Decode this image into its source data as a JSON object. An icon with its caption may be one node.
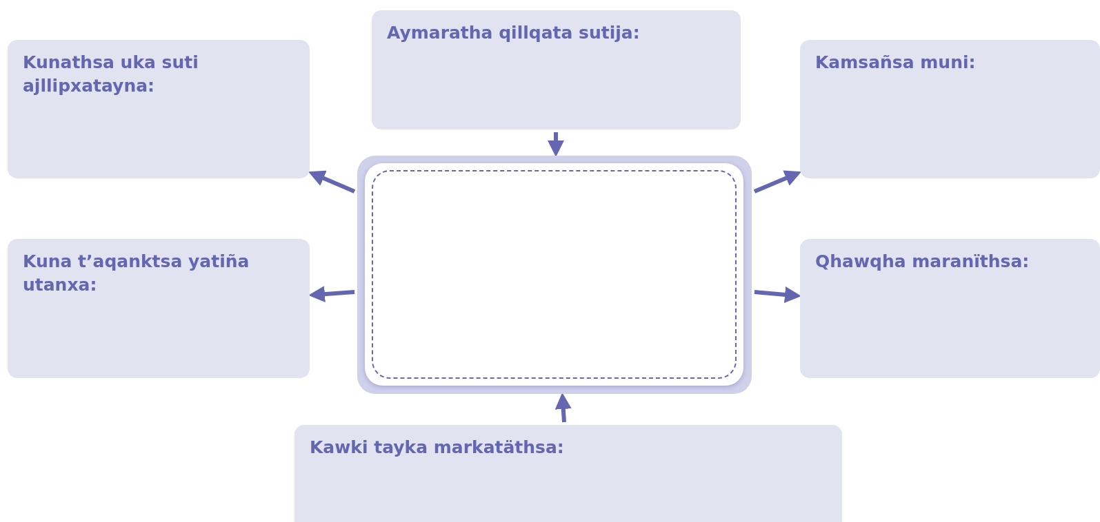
{
  "diagram": {
    "nodes": [
      {
        "text": [
          "Aymaratha qillqata sutija:"
        ]
      },
      {
        "text": [
          "Kunathsa uka suti ajllipxatayna:"
        ]
      },
      {
        "text": [
          "Kamsañsa muni:"
        ]
      },
      {
        "text": [],
        "shape": "box"
      },
      {
        "text": [
          "Kuna t’aqanktsa yatiña utanxa:"
        ]
      },
      {
        "text": [
          "Qhawqha maranïthsa:"
        ]
      },
      {
        "text": [
          "Kawki tayka markatäthsa:"
        ]
      }
    ],
    "edges": [
      {
        "from": 0,
        "to": 3,
        "arrow": "to"
      },
      {
        "from": 3,
        "to": 1,
        "arrow": "to"
      },
      {
        "from": 3,
        "to": 2,
        "arrow": "to"
      },
      {
        "from": 3,
        "to": 4,
        "arrow": "to"
      },
      {
        "from": 3,
        "to": 5,
        "arrow": "to"
      },
      {
        "from": 6,
        "to": 3,
        "arrow": "to"
      }
    ]
  }
}
